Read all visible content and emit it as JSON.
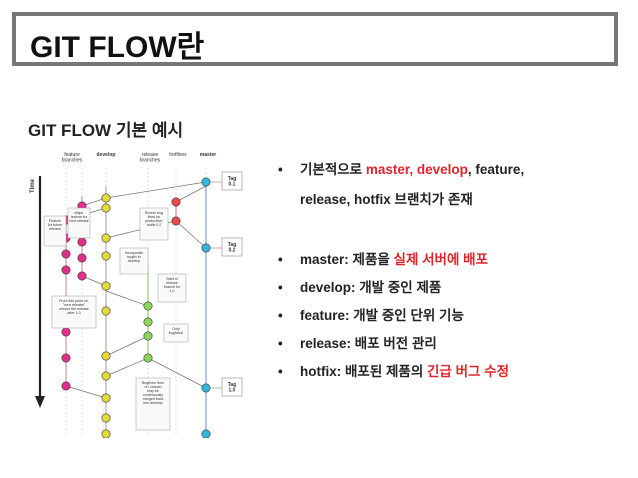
{
  "title": "GIT FLOW란",
  "subtitle": "GIT FLOW 기본 예시",
  "diagram": {
    "columns": [
      "feature\nbranches",
      "develop",
      "release\nbranches",
      "hotfixes",
      "master"
    ],
    "time_label": "Time",
    "notes": [
      "Feature\nfor future\nrelease",
      "Major\nfeature for\nnext release",
      "Severe bug\nfixed for\nproduction:\nhotfix 0.2",
      "Incorporate\nbugfix in\ndevelop",
      "Start of\nrelease\nbranch for\n1.0",
      "Only\nbugfixes!",
      "From this point on,\n\"next release\"\nmeans the release\nafter 1.0",
      "Bugfixes from\nrel. branch\nmay be\ncontinuously\nmerged back\ninto develop"
    ],
    "tags": [
      "Tag\n0.1",
      "Tag\n0.2",
      "Tag\n1.0"
    ]
  },
  "bullets": [
    {
      "segments": [
        {
          "t": "기본적으로 ",
          "h": false
        },
        {
          "t": "master, develop",
          "h": true
        },
        {
          "t": ", feature,",
          "h": false
        }
      ]
    },
    {
      "segments": [
        {
          "t": "release, hotfix 브랜치가 존재",
          "h": false
        }
      ],
      "continuation": true
    },
    {
      "segments": [
        {
          "t": "master: 제품을 ",
          "h": false
        },
        {
          "t": "실제 서버에 배포",
          "h": true
        }
      ]
    },
    {
      "segments": [
        {
          "t": "develop: 개발 중인 제품",
          "h": false
        }
      ]
    },
    {
      "segments": [
        {
          "t": "feature: 개발 중인 단위 기능",
          "h": false
        }
      ]
    },
    {
      "segments": [
        {
          "t": "release: 배포 버전 관리",
          "h": false
        }
      ]
    },
    {
      "segments": [
        {
          "t": "hotfix: 배포된 제품의 ",
          "h": false
        },
        {
          "t": "긴급 버그 수정",
          "h": true
        }
      ]
    }
  ],
  "bullet_char": "•",
  "colors": {
    "highlight": "#e3242b",
    "feature": "#e2318d",
    "develop": "#e5d83a",
    "release": "#8ed35a",
    "hotfix": "#e94b4b",
    "master": "#33b6d8"
  }
}
